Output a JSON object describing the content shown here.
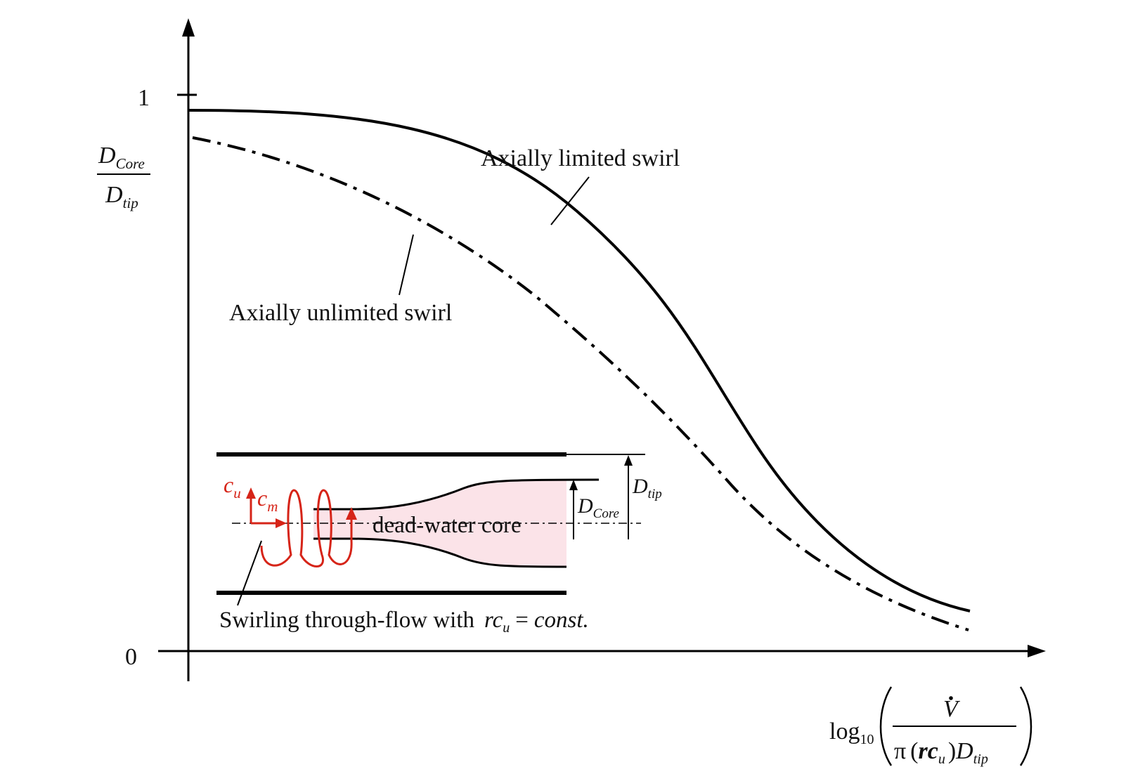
{
  "colors": {
    "line": "#000000",
    "swirl": "#d62418",
    "core_fill": "#fbe3e8"
  },
  "y_axis": {
    "numerator_base": "D",
    "numerator_sub": "Core",
    "denominator_base": "D",
    "denominator_sub": "tip",
    "tick_top": "1",
    "tick_zero": "0"
  },
  "x_axis": {
    "log_base": "log",
    "log_sub": "10",
    "numerator": "V",
    "den_pi": "π",
    "den_paren_open": "(",
    "den_rc": "rc",
    "den_rc_sub": "u",
    "den_paren_close": ")",
    "den_d": "D",
    "den_d_sub": "tip"
  },
  "curves": {
    "limited_label": "Axially limited swirl",
    "unlimited_label": "Axially unlimited swirl"
  },
  "inset": {
    "core_label": "dead-water core",
    "dcore_base": "D",
    "dcore_sub": "Core",
    "dtip_base": "D",
    "dtip_sub": "tip",
    "cu_base": "c",
    "cu_sub": "u",
    "cm_base": "c",
    "cm_sub": "m",
    "caption_text": "Swirling through-flow with",
    "caption_rc": "rc",
    "caption_rc_sub": "u",
    "caption_eq": "=",
    "caption_const": "const."
  }
}
